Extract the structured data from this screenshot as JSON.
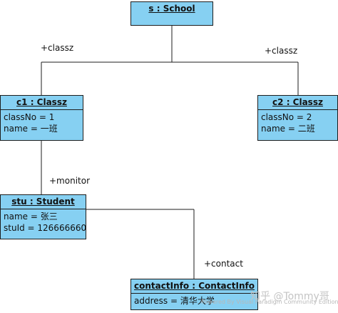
{
  "objects": {
    "school": {
      "title": "s : School",
      "attrs": []
    },
    "c1": {
      "title": "c1 : Classz",
      "attrs": [
        "classNo = 1",
        "name = 一班"
      ]
    },
    "c2": {
      "title": "c2 : Classz",
      "attrs": [
        "classNo = 2",
        "name = 二班"
      ]
    },
    "student": {
      "title": "stu : Student",
      "attrs": [
        "name = 张三",
        "stuId = 126666660"
      ]
    },
    "contact": {
      "title": "contactInfo : ContactInfo",
      "attrs": [
        "address = 清华大学"
      ]
    }
  },
  "links": {
    "classz_left": "+classz",
    "classz_right": "+classz",
    "monitor": "+monitor",
    "contact": "+contact"
  },
  "watermarks": {
    "zhihu": "知乎 @Tommy哥",
    "vp": "Powered By Visual Paradigm Community Edition"
  },
  "colors": {
    "object_fill": "#86d0f2",
    "border": "#1e1e1e"
  }
}
